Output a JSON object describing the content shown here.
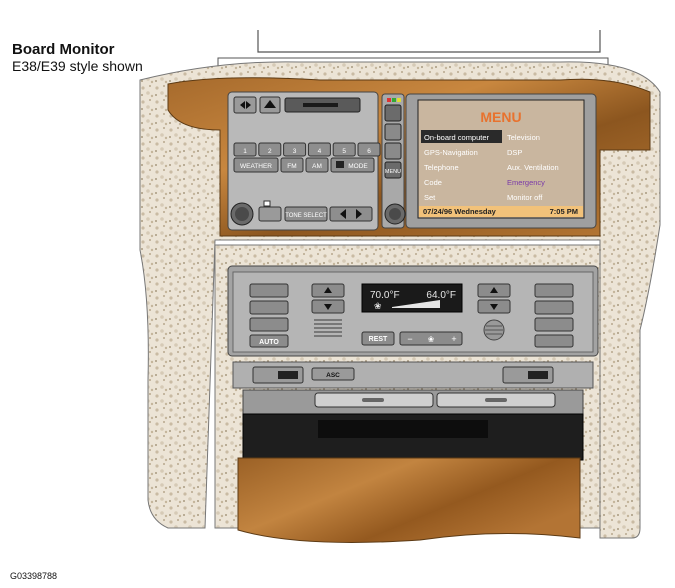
{
  "caption": {
    "title": "Board Monitor",
    "subtitle": "E38/E39 style shown"
  },
  "figure_code": "G03398788",
  "radio": {
    "presets": [
      "1",
      "2",
      "3",
      "4",
      "5",
      "6"
    ],
    "row_labels": [
      "WEATHER",
      "FM",
      "AM",
      "MODE"
    ],
    "tone_select": "TONE SELECT",
    "menu_side_button": "MENU"
  },
  "screen": {
    "title": "MENU",
    "left_items": [
      "On-board computer",
      "GPS-Navigation",
      "Telephone",
      "Code",
      "Set"
    ],
    "right_items": [
      "Television",
      "DSP",
      "Aux. Ventilation",
      "Emergency",
      "Monitor off"
    ],
    "date_line": "07/24/96 Wednesday",
    "time": "7:05 PM",
    "colors": {
      "background": "#c9b69f",
      "title": "#e8722e",
      "highlight": "#2a2a2a",
      "text": "#ffffff",
      "emergency": "#7a3aa8",
      "status_bar": "#f2c27a"
    }
  },
  "climate": {
    "temp_left": "70.0°F",
    "temp_right": "64.0°F",
    "auto_label": "AUTO",
    "rest_label": "REST",
    "minus": "−",
    "plus": "+",
    "asc_label": "ASC"
  }
}
